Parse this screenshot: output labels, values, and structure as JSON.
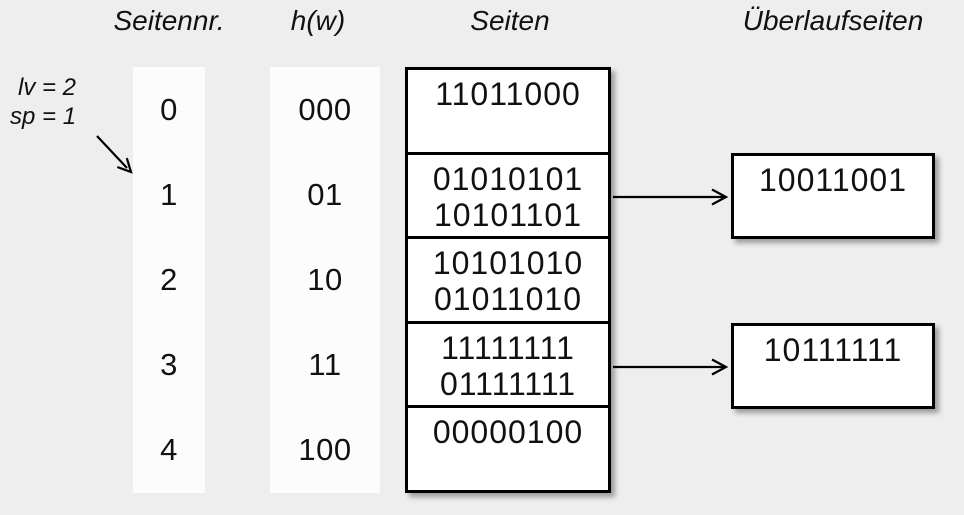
{
  "headers": {
    "page_no": "Seitennr.",
    "hash": "h(w)",
    "pages": "Seiten",
    "overflow": "Überlaufseiten"
  },
  "annotation": {
    "line1": "lv = 2",
    "line2": "sp = 1",
    "points_to_row": "1"
  },
  "rows": [
    {
      "nr": "0",
      "h": "000",
      "values": [
        "11011000"
      ]
    },
    {
      "nr": "1",
      "h": "01",
      "values": [
        "01010101",
        "10101101"
      ]
    },
    {
      "nr": "2",
      "h": "10",
      "values": [
        "10101010",
        "01011010"
      ]
    },
    {
      "nr": "3",
      "h": "11",
      "values": [
        "11111111",
        "01111111"
      ]
    },
    {
      "nr": "4",
      "h": "100",
      "values": [
        "00000100"
      ]
    }
  ],
  "overflow_boxes": [
    {
      "from_row": "1",
      "value": "10011001"
    },
    {
      "from_row": "3",
      "value": "10111111"
    }
  ],
  "colors": {
    "background": "#eeeeee",
    "column_fill": "#fcfcfc",
    "box_fill": "#ffffff",
    "line": "#000000",
    "text": "#111111"
  }
}
